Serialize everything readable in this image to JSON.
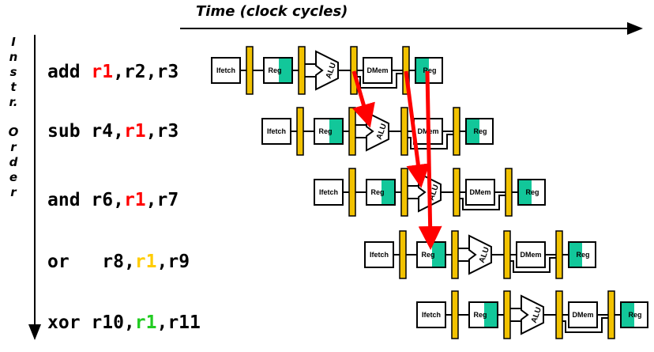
{
  "header": {
    "time_label": "Time (clock cycles)"
  },
  "side_label": {
    "chars": [
      "I",
      "n",
      "s",
      "t",
      "r.",
      "",
      "O",
      "r",
      "d",
      "e",
      "r"
    ]
  },
  "instructions": [
    {
      "op": "add ",
      "parts": [
        {
          "text": "r1",
          "color": "#ff0000"
        },
        {
          "text": ",r2,r3",
          "color": "#000000"
        }
      ],
      "pre": []
    },
    {
      "op": "sub ",
      "parts": [
        {
          "text": "r4,",
          "color": "#000000"
        },
        {
          "text": "r1",
          "color": "#ff0000"
        },
        {
          "text": ",r3",
          "color": "#000000"
        }
      ]
    },
    {
      "op": "and ",
      "parts": [
        {
          "text": "r6,",
          "color": "#000000"
        },
        {
          "text": "r1",
          "color": "#ff0000"
        },
        {
          "text": ",r7",
          "color": "#000000"
        }
      ]
    },
    {
      "op": "or   ",
      "parts": [
        {
          "text": "r8,",
          "color": "#000000"
        },
        {
          "text": "r1",
          "color": "#ffcc00"
        },
        {
          "text": ",r9",
          "color": "#000000"
        }
      ]
    },
    {
      "op": "xor ",
      "parts": [
        {
          "text": "r10,",
          "color": "#000000"
        },
        {
          "text": "r1",
          "color": "#22cc22"
        },
        {
          "text": ",r11",
          "color": "#000000"
        }
      ]
    }
  ],
  "stages": {
    "ifetch": "Ifetch",
    "reg": "Reg",
    "alu": "ALU",
    "dmem": "DMem"
  },
  "colors": {
    "latch": "#f2c200",
    "reg_fill": "#12c79a",
    "arrow": "#ff0000"
  },
  "forwarding_arrows": [
    {
      "from": "add ALU output",
      "to": "sub ALU input"
    },
    {
      "from": "add DMem stage",
      "to": "and ALU input"
    },
    {
      "from": "add Reg write-back",
      "to": "or Reg read"
    }
  ]
}
